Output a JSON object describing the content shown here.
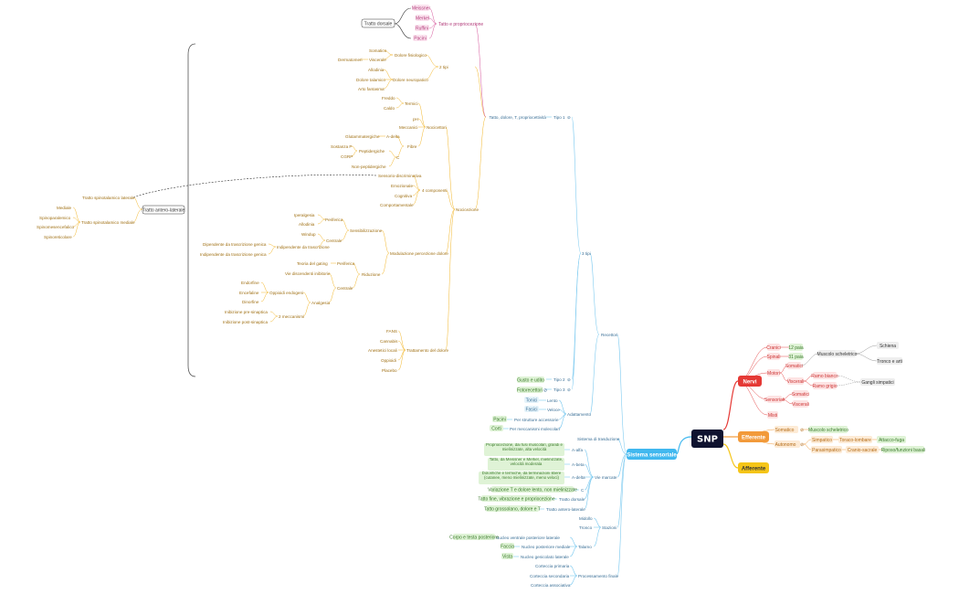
{
  "root": "SNP",
  "main": {
    "nervi": "Nervi",
    "efferente": "Efferente",
    "afferente": "Afferente",
    "sistema_sensoriale": "Sistema sensoriale"
  },
  "nervi": {
    "cranici": "Cranici",
    "cranici_n": "12 paia",
    "spinali": "Spinali",
    "spinali_n": "31 paia",
    "motori": "Motori",
    "somatici": "Somatici",
    "viscerali": "Viscerali",
    "ramo_bianco": "Ramo bianco",
    "ramo_grigio": "Ramo grigio",
    "sensoriali": "Sensoriali",
    "sens_somatici": "Somatici",
    "sens_viscerali": "Viscerali",
    "misti": "Misti",
    "muscolo_scheletrico": "Muscolo scheletrico",
    "schiena": "Schiena",
    "tronco_arti": "Tronco e arti",
    "gangli_simpatici": "Gangli simpatici"
  },
  "efferente": {
    "somatico": "Somatico",
    "muscolo_scheletrico": "Muscolo scheletrico",
    "autonomo": "Autonomo",
    "simpatico": "Simpatico",
    "toraco_lombare": "Toraco-lombare",
    "attacco_fuga": "Attacco-fuga",
    "parasimpatico": "Parasimpatico",
    "cranio_sacrale": "Cranio-sacrale",
    "riposo": "Riposo/funzioni basali"
  },
  "sensoriale": {
    "recettori": "Recettori",
    "tipi_3": "3 tipi",
    "tipo1": "Tipo 1",
    "tipo1_desc": "Tatto, dolore, T, propriocettività",
    "tipo2": "Tipo 2",
    "tipo2_desc": "Gusto e udito",
    "tipo3": "Tipo 3",
    "tipo3_desc": "Fotorecettori",
    "adattamento": "Adattamento",
    "tonici": "Tonici",
    "lento": "Lento",
    "fasici": "Fasici",
    "veloce": "Veloce",
    "pacini": "Pacini",
    "pacini_desc": "Per strutture accessorie",
    "corti": "Corti",
    "corti_desc": "Per meccanismi molecolari",
    "trasduzione": "Sistema di trasduzione",
    "vie_mercate": "Vie marcate",
    "a_alfa": "A-alfa",
    "a_alfa_desc": "Propriocezione, dai fusi muscolari, grandi e mielinizzate, alta velocità",
    "a_beta": "A-beta",
    "a_beta_desc": "Tatto, da Meissner e Merkel, mielinizzate, velocità moderata",
    "a_delta": "A-delta",
    "a_delta_desc": "Dolorifiche e termiche, da terminazioni libere (cutanee, meno mielinizzate, meno veloci)",
    "c": "C",
    "c_desc": "Variazione T e dolore lento, non mielinizzate",
    "tratto_dorsale": "Tratto dorsale",
    "tratto_dorsale_desc": "Tatto fine, vibrazione e propriocezione",
    "tratto_antero": "Tratto antero-laterale",
    "tratto_antero_desc": "Tatto grossolano, dolore e T",
    "stazioni": "Stazioni",
    "midollo": "Midollo",
    "tronco": "Tronco",
    "talamo": "Talamo",
    "nucleo_vpl": "Nucleo ventrale posteriore laterale",
    "vpl_desc": "Corpo e testa posteriore",
    "nucleo_vpm": "Nucleo posteriore mediale",
    "vpm_desc": "Faccia",
    "nucleo_gl": "Nucleo genicolato laterale",
    "gl_desc": "Vista",
    "processamento": "Processamento finale",
    "cortex1": "Corteccia primaria",
    "cortex2": "Corteccia secondaria",
    "cortex3": "Corteccia associativa"
  },
  "tipo1": {
    "tatto_prop": "Tatto e propriocezione",
    "meissner": "Meissner",
    "merkel": "Merkel",
    "ruffini": "Ruffini",
    "pacini": "Pacini",
    "tratto_dorsale": "Tratto dorsale",
    "due_tipi": "2 tipi",
    "dolore_fisio": "Dolore fisiologico",
    "somatico": "Somatico",
    "viscerale": "Viscerale",
    "dermatomeri": "Dermatomeri",
    "dolore_neuro": "Dolore neuropatico",
    "allodinia": "Allodinia",
    "dolore_talamico": "Dolore talamico",
    "arto_fantasma": "Arto fantasma",
    "nocicettori": "Nocicettori",
    "termici": "Termici",
    "freddo": "Freddo",
    "caldo": "Caldo",
    "ph": "pH",
    "meccanici": "Meccanici",
    "fibre": "Fibre",
    "a_delta": "A-delta",
    "glutammatergiche": "Glutammatergiche",
    "c": "C",
    "peptidergiche": "Peptidergiche",
    "sostanza_p": "Sostanza P",
    "cgrp": "CGRP",
    "non_peptidergiche": "Non-peptidergiche",
    "nocicezione": "Nocicezione",
    "quattro_comp": "4 componenti",
    "sensorio": "Sensorio-discriminativa",
    "emozionale": "Emozionale",
    "cognitiva": "Cognitiva",
    "comportamentale": "Comportamentale",
    "modulazione": "Modulazione percezione dolore",
    "sensibilizzazione": "Sensibilizzazione",
    "periferica": "Periferica",
    "iperalgesia": "Iperalgesia",
    "allodinia2": "Allodinia",
    "centrale": "Centrale",
    "windup": "Windup",
    "indip_trascr": "Indipendente da trascrizione",
    "dip_trascr": "Dipendente da trascrizione genica",
    "indip_trascr_genica": "Indipendente da trascrizione genica",
    "riduzione": "Riduzione",
    "periferica2": "Periferica",
    "teoria_gating": "Teoria del gating",
    "vie_discendenti": "Vie discendenti inibitorie",
    "centrale2": "Centrale",
    "analgesia": "Analgesia",
    "oppioidi_endogeni": "Oppioidi endogeni",
    "endorfine": "Endorfine",
    "encefaline": "Encefaline",
    "dinorfine": "Dinorfine",
    "due_meccanismi": "2 meccanismi",
    "inib_pre": "Inibizione pre-sinaptica",
    "inib_post": "Inibizione post-sinaptica",
    "trattamento": "Trattamento del dolore",
    "fans": "FANS",
    "cannabis": "Cannabis",
    "anestetici": "Anestetici locali",
    "oppioidi": "Oppioidi",
    "placebo": "Placebo",
    "tratto_antero": "Tratto antero-laterale",
    "spinotalamico_lat": "Tratto spinotalamico laterale",
    "spinotalamico_med": "Tratto spinotalamico mediale",
    "mediale": "Mediale",
    "spinoparalemico": "Spinoparalemico",
    "spinomesencefalico": "Spinomesencefalico",
    "spinoreticolare": "Spinoreticolare"
  },
  "colors": {
    "root": "#0f1330",
    "nervi": "#e53935",
    "efferente": "#f29a3a",
    "afferente": "#f5c518",
    "sensoriale": "#41b8ef",
    "yellow_line": "#f3b526",
    "pink_line": "#d6529a",
    "blue_line": "#7fcbf0",
    "red_line": "#e64a4a",
    "green_fill": "#dff3d6",
    "pink_fill": "#fde3e3"
  }
}
